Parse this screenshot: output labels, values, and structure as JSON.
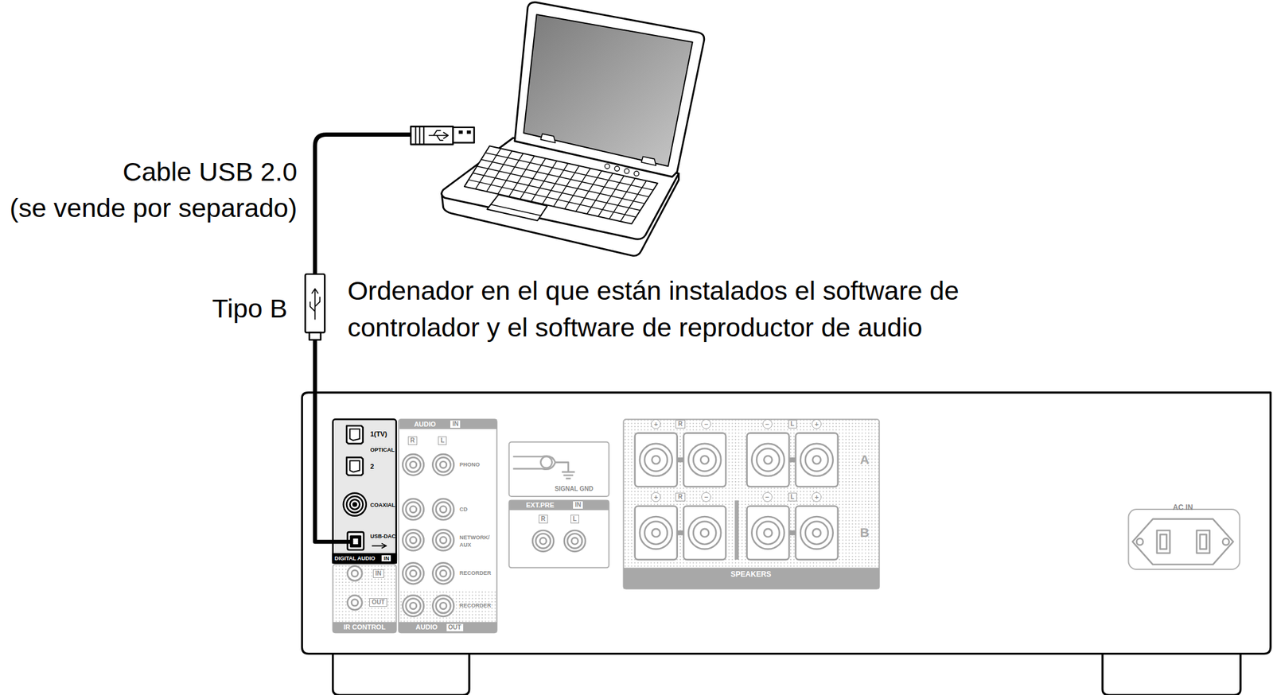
{
  "diagram": {
    "labels": [
      "Cable USB 2.0",
      "(se vende por separado)",
      "Tipo B",
      "Ordenador en el que están instalados el software de controlador y el software de reproductor de audio",
      "1(TV)",
      "OPTICAL",
      "2",
      "COAXIAL",
      "USB-DAC",
      "DIGITAL AUDIO",
      "IN",
      "AUDIO",
      "IN",
      "R",
      "L",
      "PHONO",
      "CD",
      "NETWORK/ AUX",
      "RECORDER",
      "IN",
      "OUT",
      "RECORDER",
      "IR CONTROL",
      "AUDIO",
      "OUT",
      "SIGNAL GND",
      "EXT.PRE",
      "IN",
      "R",
      "L",
      "+",
      "R",
      "−",
      "−",
      "L",
      "+",
      "+",
      "R",
      "−",
      "−",
      "L",
      "+",
      "A",
      "B",
      "SPEAKERS",
      "AC IN"
    ]
  }
}
